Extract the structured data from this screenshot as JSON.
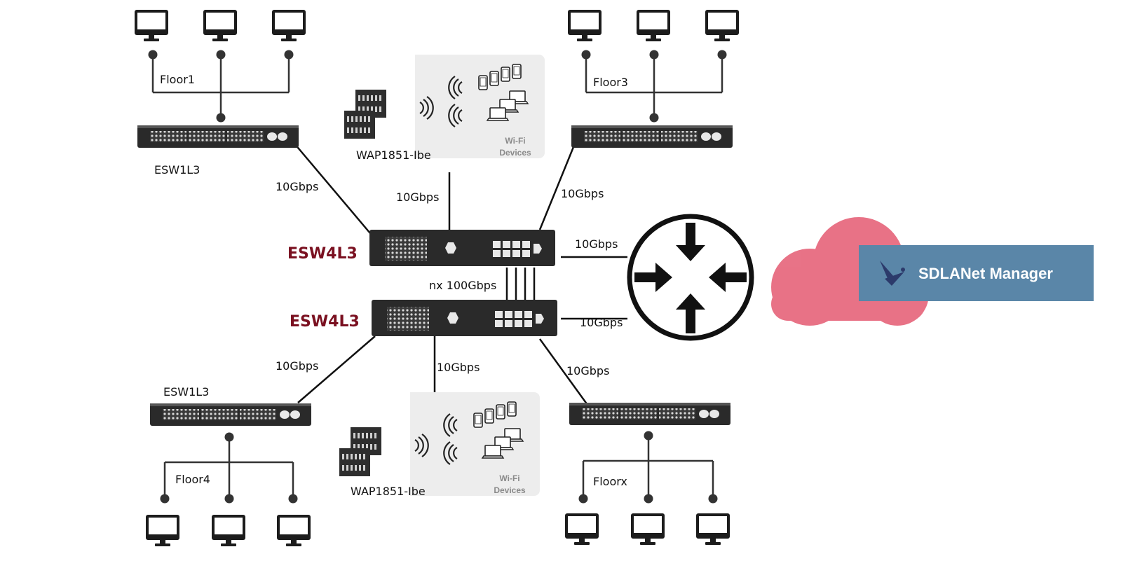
{
  "floors": {
    "floor1": "Floor1",
    "floor3": "Floor3",
    "floor4": "Floor4",
    "floorx": "Floorx"
  },
  "access_switches": {
    "top_left": "ESW1L3",
    "bottom_left": "ESW1L3"
  },
  "core_switches": {
    "top": "ESW4L3",
    "bottom": "ESW4L3"
  },
  "access_points": {
    "top": {
      "name": "WAP1851-Ibe",
      "devices_line1": "Wi-Fi",
      "devices_line2": "Devices"
    },
    "bottom": {
      "name": "WAP1851-Ibe",
      "devices_line1": "Wi-Fi",
      "devices_line2": "Devices"
    }
  },
  "links": {
    "esw1_top_to_core": "10Gbps",
    "wap_top_to_core": "10Gbps",
    "floor3_to_core": "10Gbps",
    "core_top_to_router": "10Gbps",
    "core_stack": "nx 100Gbps",
    "core_bottom_to_router": "10Gbps",
    "esw1_bottom_to_core": "10Gbps",
    "wap_bottom_to_core": "10Gbps",
    "floorx_to_core": "10Gbps"
  },
  "cloud": {
    "label": "SDLANet Manager",
    "cloud_color": "#e0405a",
    "badge_color": "#5a86a8"
  },
  "colors": {
    "device_dark": "#2b2b2b",
    "core_label": "#7a1020"
  },
  "icons": {
    "workstation": "monitor-icon",
    "router": "router-icon",
    "wireless": "wifi-waves-icon",
    "logo": "hummingbird-logo-icon"
  }
}
